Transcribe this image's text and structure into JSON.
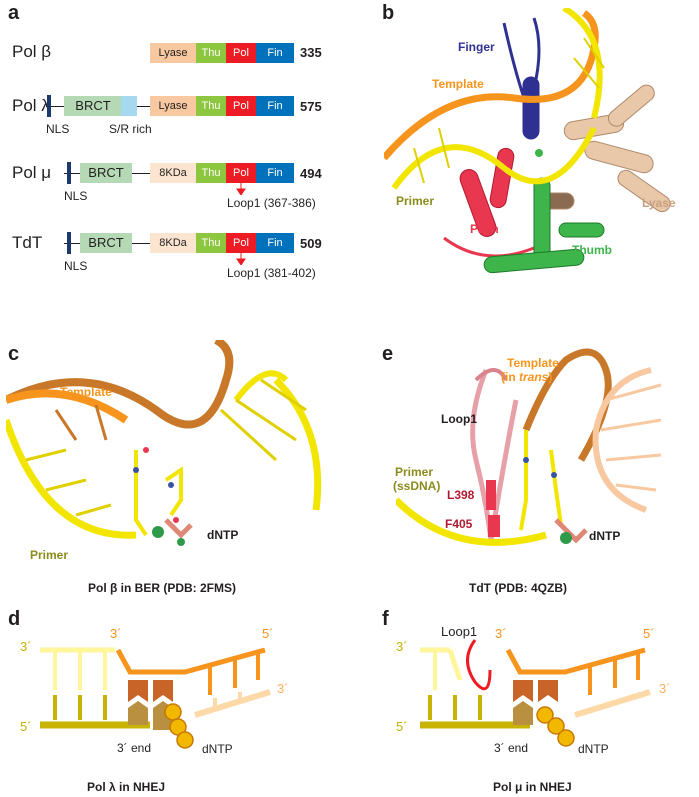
{
  "panels": {
    "a": "a",
    "b": "b",
    "c": "c",
    "d": "d",
    "e": "e",
    "f": "f"
  },
  "panel_a": {
    "proteins": [
      {
        "name": "Pol β",
        "length": "335",
        "domains": [
          "Lyase",
          "Thu",
          "Pol",
          "Fin"
        ]
      },
      {
        "name": "Pol λ",
        "length": "575",
        "domains": [
          "BRCT",
          "Lyase",
          "Thu",
          "Pol",
          "Fin"
        ],
        "labels": [
          "NLS",
          "S/R rich"
        ]
      },
      {
        "name": "Pol μ",
        "length": "494",
        "domains": [
          "BRCT",
          "8KDa",
          "Thu",
          "Pol",
          "Fin"
        ],
        "labels": [
          "NLS"
        ],
        "loop": "Loop1 (367-386)"
      },
      {
        "name": "TdT",
        "length": "509",
        "domains": [
          "BRCT",
          "8KDa",
          "Thu",
          "Pol",
          "Fin"
        ],
        "labels": [
          "NLS"
        ],
        "loop": "Loop1 (381-402)"
      }
    ]
  },
  "panel_b": {
    "labels": {
      "finger": "Finger",
      "template": "Template",
      "primer": "Primer",
      "palm": "Palm",
      "thumb": "Thumb",
      "lyase": "Lyase"
    }
  },
  "panel_c": {
    "labels": {
      "template": "Template",
      "primer": "Primer",
      "dntp": "dNTP"
    },
    "caption": "Pol β in BER (PDB: 2FMS)"
  },
  "panel_e": {
    "labels": {
      "template": "Template",
      "template2": "(in trans)",
      "loop1": "Loop1",
      "primer": "Primer",
      "primer2": "(ssDNA)",
      "l398": "L398",
      "f405": "F405",
      "dntp": "dNTP"
    },
    "caption": "TdT (PDB: 4QZB)"
  },
  "panel_d": {
    "labels": {
      "p3a": "3´",
      "p5a": "5´",
      "p3b": "3´",
      "p3c": "3´",
      "p5b": "5´",
      "end": "3´ end",
      "dntp": "dNTP"
    },
    "caption": "Pol λ in NHEJ"
  },
  "panel_f": {
    "labels": {
      "loop1": "Loop1",
      "p3a": "3´",
      "p5a": "5´",
      "p3b": "3´",
      "p3c": "3´",
      "p5b": "5´",
      "end": "3´ end",
      "dntp": "dNTP"
    },
    "caption": "Pol μ in NHEJ"
  },
  "colors": {
    "lyase": "#f8c8a0",
    "thu": "#8dc63f",
    "pol": "#ed1c24",
    "fin": "#0072bc",
    "brct": "#b5d9b5",
    "kda": "#fbe5d0",
    "srrich": "#a6d8f0",
    "nls": "#1b3a6b",
    "orange": "#f7941d",
    "yellow": "#f2e600",
    "olive": "#8c8c1e",
    "palm": "#e8374e"
  }
}
